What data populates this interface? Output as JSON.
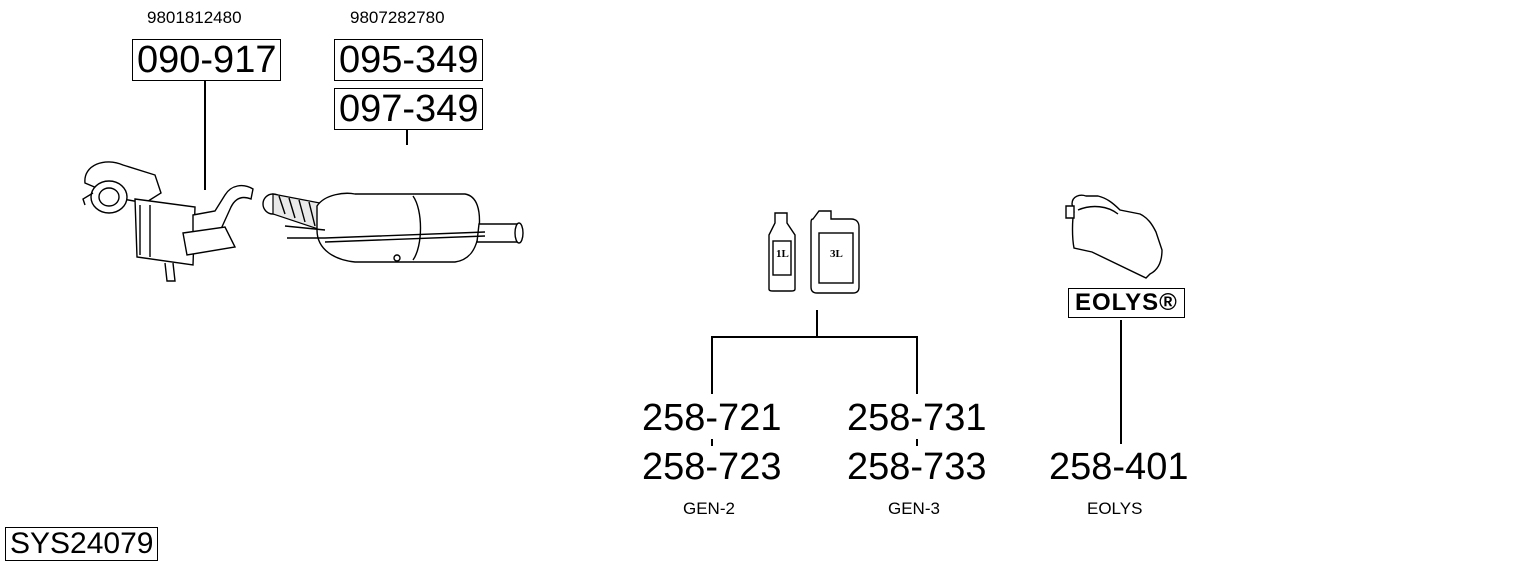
{
  "parts": {
    "catalyst": {
      "oem": "9801812480",
      "part_number": "090-917"
    },
    "dpf": {
      "oem": "9807282780",
      "part_numbers": [
        "095-349",
        "097-349"
      ]
    },
    "fluid_bottles": {
      "bottle_1": "1L",
      "bottle_2": "3L"
    },
    "gen2": {
      "numbers": [
        "258-721",
        "258-723"
      ],
      "label": "GEN-2"
    },
    "gen3": {
      "numbers": [
        "258-731",
        "258-733"
      ],
      "label": "GEN-3"
    },
    "eolys": {
      "logo": "EOLYS®",
      "number": "258-401",
      "label": "EOLYS"
    }
  },
  "system_code": "SYS24079"
}
